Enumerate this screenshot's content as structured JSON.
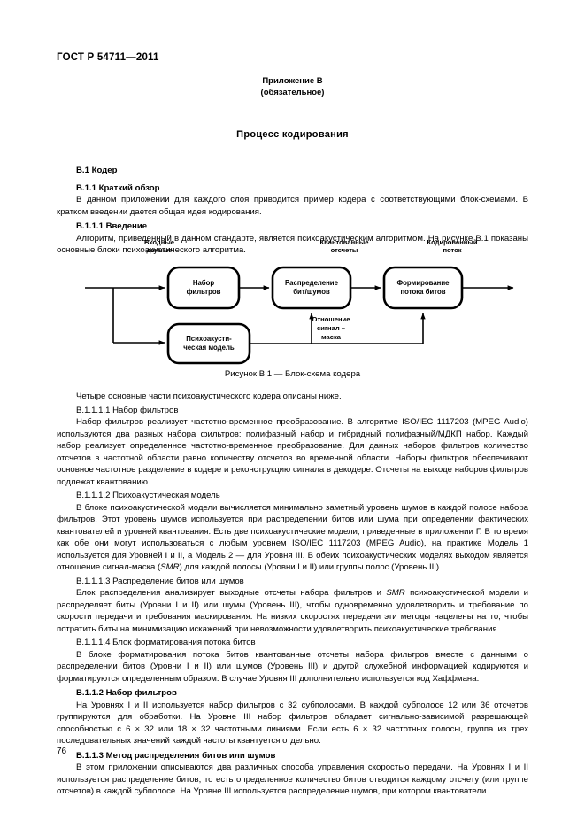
{
  "document": {
    "standard_header": "ГОСТ Р 54711—2011",
    "annex_title": "Приложение В",
    "annex_subtitle": "(обязательное)",
    "section_title": "Процесс кодирования",
    "page_number": "76"
  },
  "sections": {
    "b1_heading": "В.1 Кодер",
    "b11_heading": "В.1.1 Краткий обзор",
    "b11_para": "В данном приложении для каждого слоя приводится пример кодера с соответствующими блок-схемами. В кратком введении дается общая идея кодирования.",
    "b111_heading": "В.1.1.1 Введение",
    "b111_para": "Алгоритм, приведенный в данном стандарте, является психоакустическим алгоритмом. На рисунке В.1 показаны основные блоки психоакустического алгоритма.",
    "after_figure_para": "Четыре основные части психоакустического кодера описаны ниже.",
    "b1111_heading": "В.1.1.1.1 Набор фильтров",
    "b1111_para": "Набор фильтров реализует частотно-временное преобразование. В алгоритме ISO/IEC 1117203 (MPEG Audio) используются два разных набора фильтров: полифазный набор и гибридный полифазный/МДКП набор. Каждый набор реализует определенное частотно-временное преобразование. Для данных наборов фильтров количество отсчетов в частотной области равно количеству отсчетов во временной области. Наборы фильтров обеспечивают основное частотное разделение в кодере и реконструкцию сигнала в декодере. Отсчеты на выходе наборов фильтров подлежат квантованию.",
    "b1112_heading": "В.1.1.1.2 Психоакустическая модель",
    "b1112_para_1": "В блоке психоакустической модели вычисляется минимально заметный уровень шумов в каждой полосе набора фильтров. Этот уровень шумов используется при распределении битов или шума при определении фактических квантователей и уровней квантования. Есть две психоакустические модели, приведенные в приложении Г. В то время как обе они могут использоваться с любым уровнем ISO/IEC 1117203 (MPEG Audio), на практике Модель 1 используется для Уровней I и II, а Модель 2 — для Уровня III. В обеих психоакустических моделях выходом является отношение сигнал-маска (",
    "b1112_smr": "SMR",
    "b1112_para_2": ") для каждой полосы (Уровни I и II) или группы полос (Уровень III).",
    "b1113_heading": "В.1.1.1.3 Распределение битов или шумов",
    "b1113_para_1": "Блок распределения анализирует выходные отсчеты набора фильтров и ",
    "b1113_smr": "SMR",
    "b1113_para_2": " психоакустической модели и распределяет биты (Уровни I и II) или шумы (Уровень III), чтобы одновременно удовлетворить и требование по скорости передачи и требования маскирования. На низких скоростях передачи эти методы нацелены на то, чтобы потратить биты на минимизацию искажений при невозможности удовлетворить психоакустические требования.",
    "b1114_heading": "В.1.1.1.4 Блок форматирования потока битов",
    "b1114_para": "В блоке форматирования потока битов квантованные отсчеты набора фильтров вместе с данными о распределении битов (Уровни I и II) или шумов (Уровень III) и другой служебной информацией кодируются и форматируются определенным образом. В случае Уровня III дополнительно используется код Хаффмана.",
    "b112_heading": "В.1.1.2 Набор фильтров",
    "b112_para": "На Уровнях I и II используется набор фильтров с 32 субполосами. В каждой субполосе 12 или 36 отсчетов группируются для обработки. На Уровне III набор фильтров обладает сигнально-зависимой разрешающей способностью с 6 × 32 или 18 × 32 частотными линиями. Если есть 6 × 32 частотных полосы, группа из трех последовательных значений каждой частоты квантуется отдельно.",
    "b113_heading": "В.1.1.3 Метод распределения битов или шумов",
    "b113_para": "В этом приложении описываются два различных способа управления скоростью передачи. На Уровнях I и II используется распределение битов, то есть определенное количество битов отводится каждому отсчету (или группе отсчетов) в каждой субполосе. На Уровне III используется распределение шумов, при котором квантователи"
  },
  "figure": {
    "caption": "Рисунок В.1 — Блок-схема кодера",
    "labels": {
      "input": "Входные\nданные",
      "quantized": "Квантованные\nотсчеты",
      "encoded": "Кодированный\nпоток",
      "smr": "Отношение\nсигнал –\nмаска"
    },
    "blocks": [
      {
        "id": "filterbank",
        "line1": "Набор",
        "line2": "фильтров"
      },
      {
        "id": "bit-noise-allocation",
        "line1": "Распределение",
        "line2": "бит/шумов"
      },
      {
        "id": "bitstream-formatting",
        "line1": "Формирование",
        "line2": "потока битов"
      },
      {
        "id": "psychoacoustic-model",
        "line1": "Психоакусти-",
        "line2": "ческая модель"
      }
    ]
  },
  "colors": {
    "ink": "#000000",
    "paper": "#ffffff"
  }
}
